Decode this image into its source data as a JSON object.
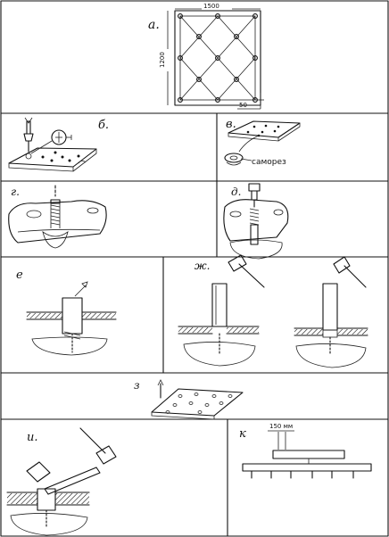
{
  "panels": {
    "a": {
      "label": "а.",
      "dim_top": "1500",
      "dim_side": "1200",
      "dim_corner": "50"
    },
    "b": {
      "label": "б."
    },
    "v": {
      "label": "в.",
      "note": "саморез"
    },
    "g": {
      "label": "г."
    },
    "d": {
      "label": "д."
    },
    "e": {
      "label": "е"
    },
    "zh": {
      "label": "ж."
    },
    "z": {
      "label": "з"
    },
    "i": {
      "label": "и."
    },
    "k": {
      "label": "к",
      "dim": "150 мм"
    }
  },
  "colors": {
    "ink": "#111111",
    "paper": "#ffffff"
  }
}
